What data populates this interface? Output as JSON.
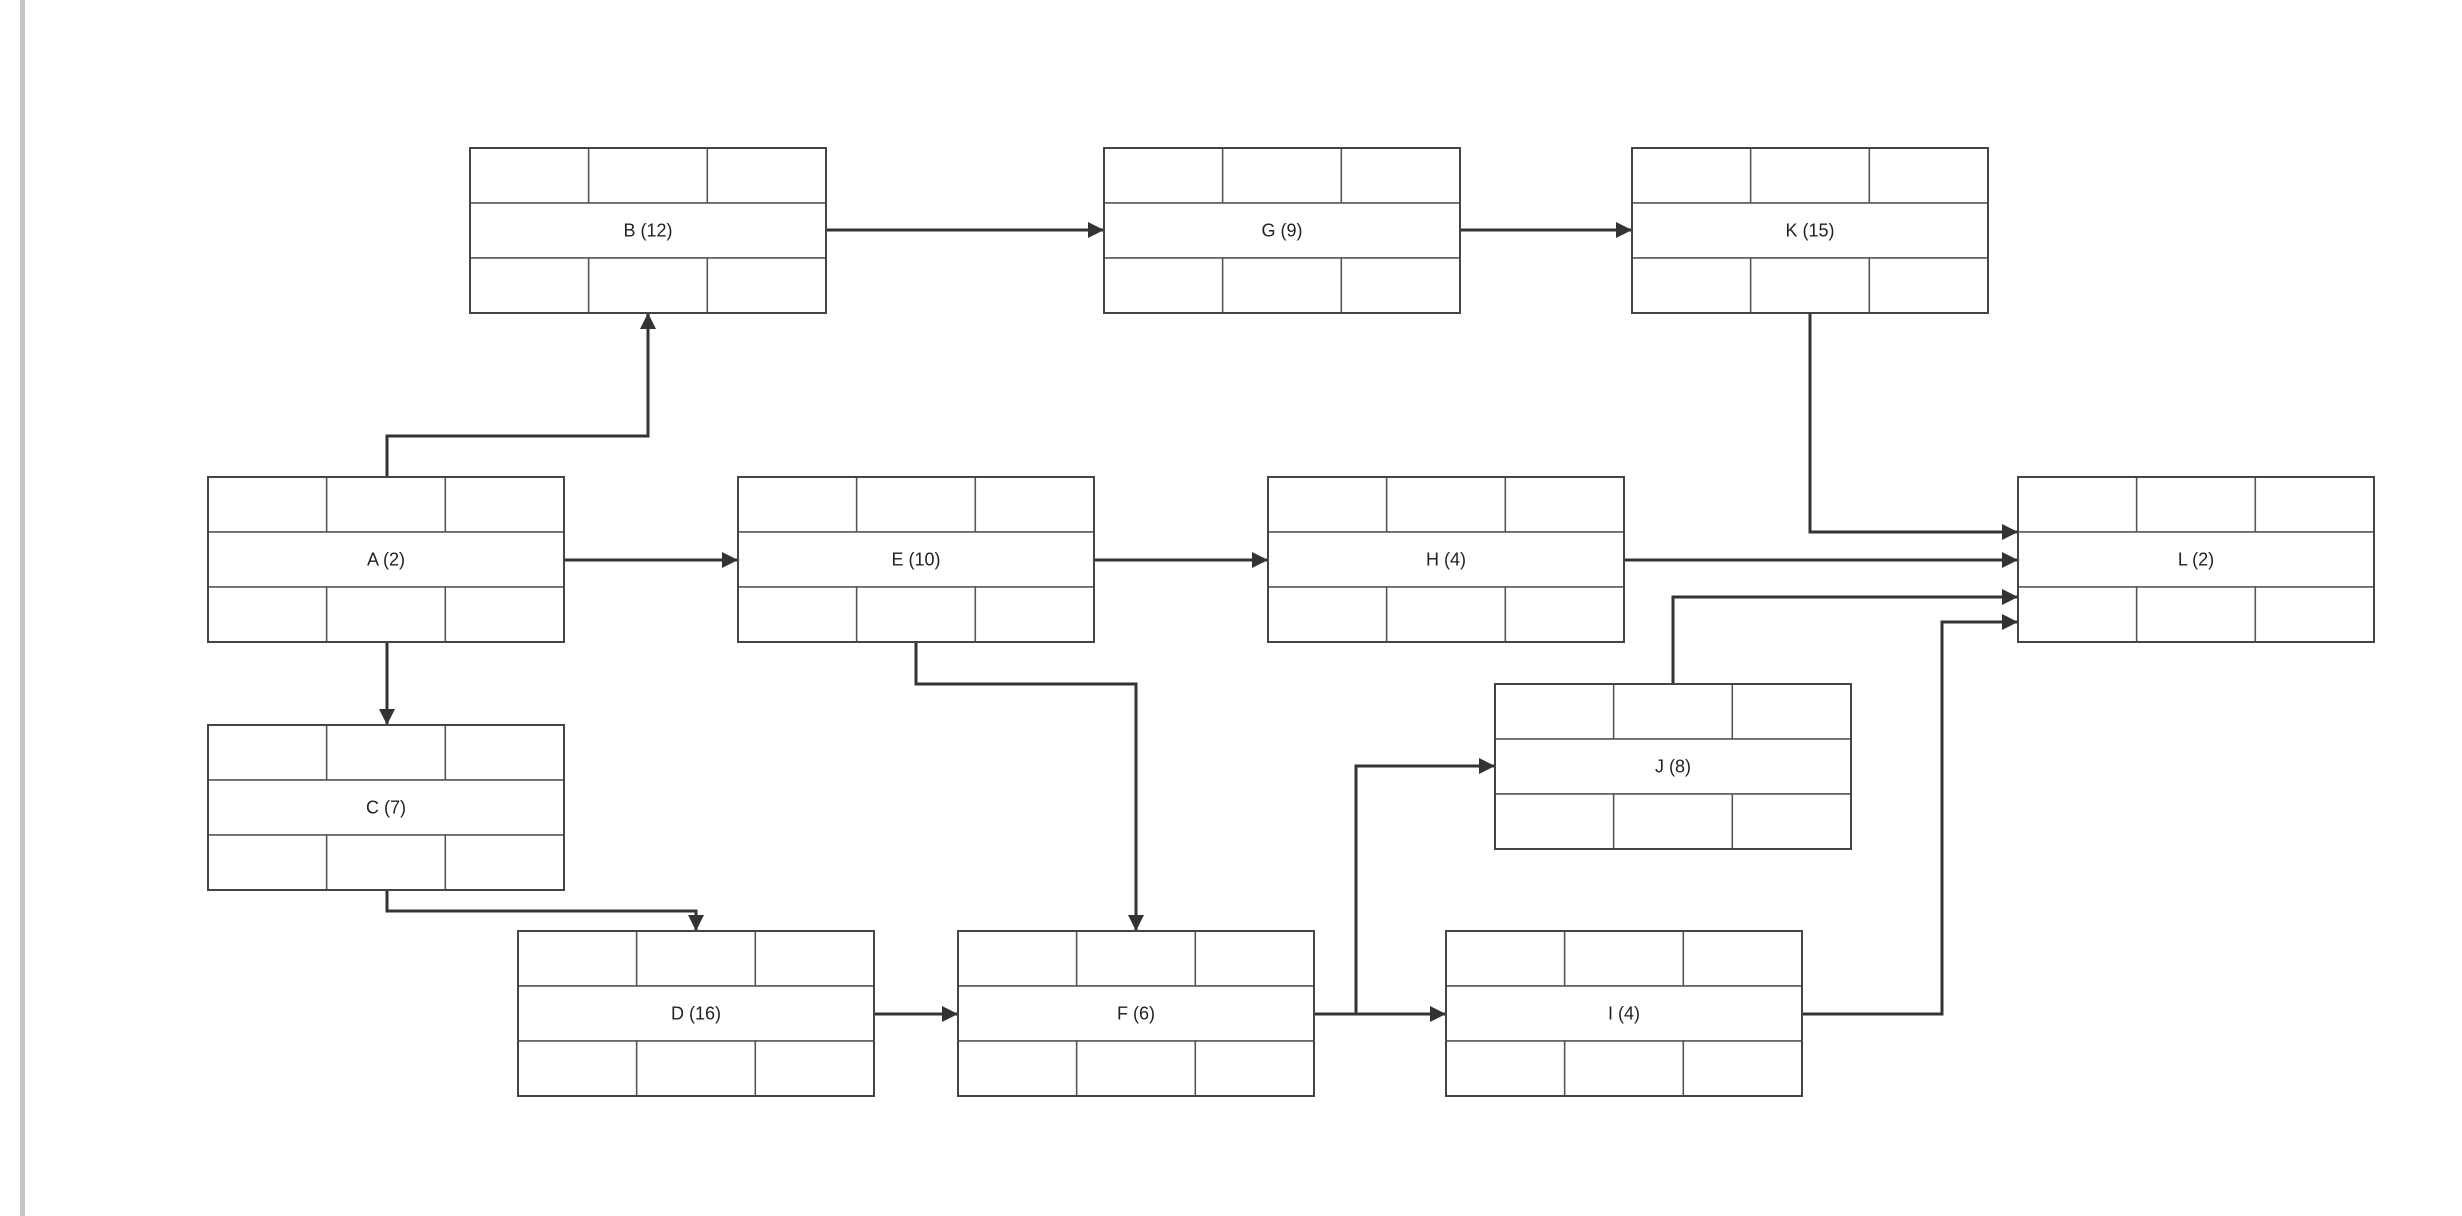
{
  "diagram": {
    "nodes": [
      {
        "id": "A",
        "label": "A (2)"
      },
      {
        "id": "B",
        "label": "B (12)"
      },
      {
        "id": "C",
        "label": "C (7)"
      },
      {
        "id": "D",
        "label": "D (16)"
      },
      {
        "id": "E",
        "label": "E (10)"
      },
      {
        "id": "F",
        "label": "F (6)"
      },
      {
        "id": "G",
        "label": "G (9)"
      },
      {
        "id": "H",
        "label": "H (4)"
      },
      {
        "id": "I",
        "label": "I (4)"
      },
      {
        "id": "J",
        "label": "J (8)"
      },
      {
        "id": "K",
        "label": "K (15)"
      },
      {
        "id": "L",
        "label": "L (2)"
      }
    ],
    "edges": [
      {
        "from": "A",
        "to": "B"
      },
      {
        "from": "A",
        "to": "E"
      },
      {
        "from": "A",
        "to": "C"
      },
      {
        "from": "B",
        "to": "G"
      },
      {
        "from": "G",
        "to": "K"
      },
      {
        "from": "K",
        "to": "L"
      },
      {
        "from": "E",
        "to": "H"
      },
      {
        "from": "E",
        "to": "F"
      },
      {
        "from": "H",
        "to": "L"
      },
      {
        "from": "C",
        "to": "D"
      },
      {
        "from": "D",
        "to": "F"
      },
      {
        "from": "F",
        "to": "J"
      },
      {
        "from": "F",
        "to": "I"
      },
      {
        "from": "J",
        "to": "L"
      },
      {
        "from": "I",
        "to": "L"
      }
    ],
    "colors": {
      "edge": "#333333",
      "border": "#555555",
      "background": "#ffffff",
      "left_rule": "#c4c4c4"
    }
  }
}
